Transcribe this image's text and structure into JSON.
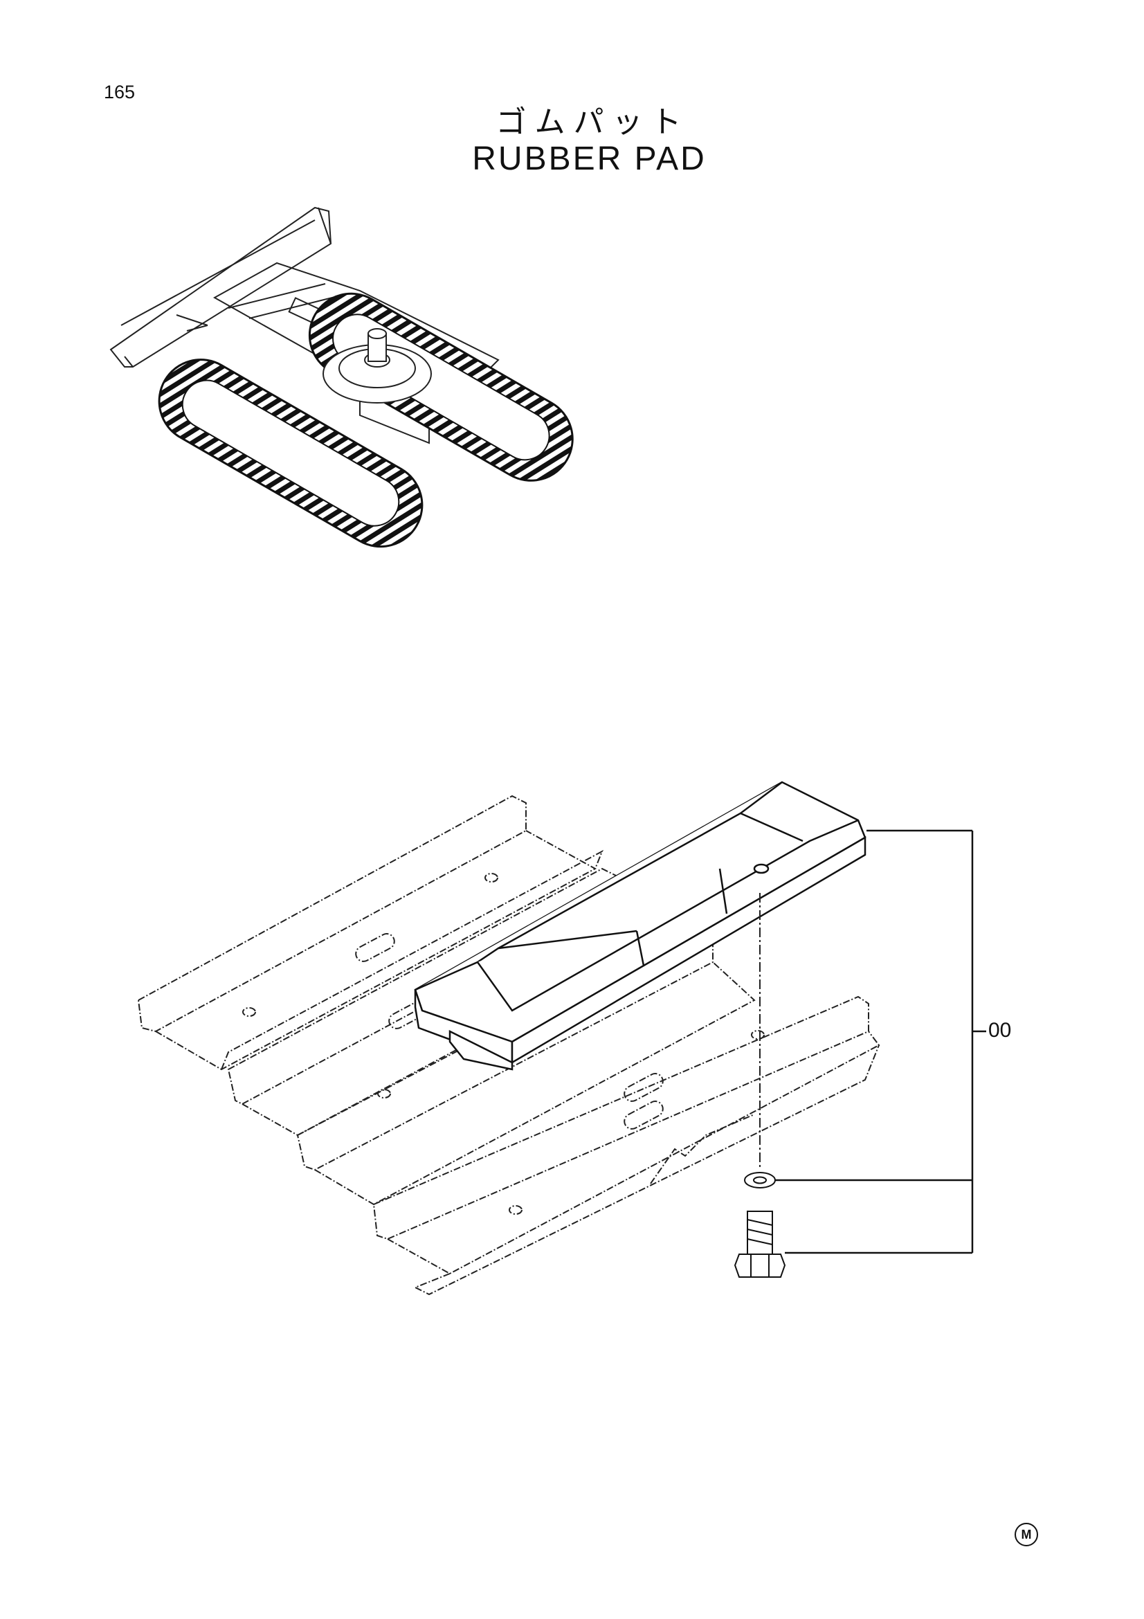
{
  "page": {
    "number": "165",
    "title_jp": "ゴムパット",
    "title_en": "RUBBER PAD"
  },
  "callout": {
    "group_label": "00"
  },
  "footer": {
    "mark": "M"
  }
}
